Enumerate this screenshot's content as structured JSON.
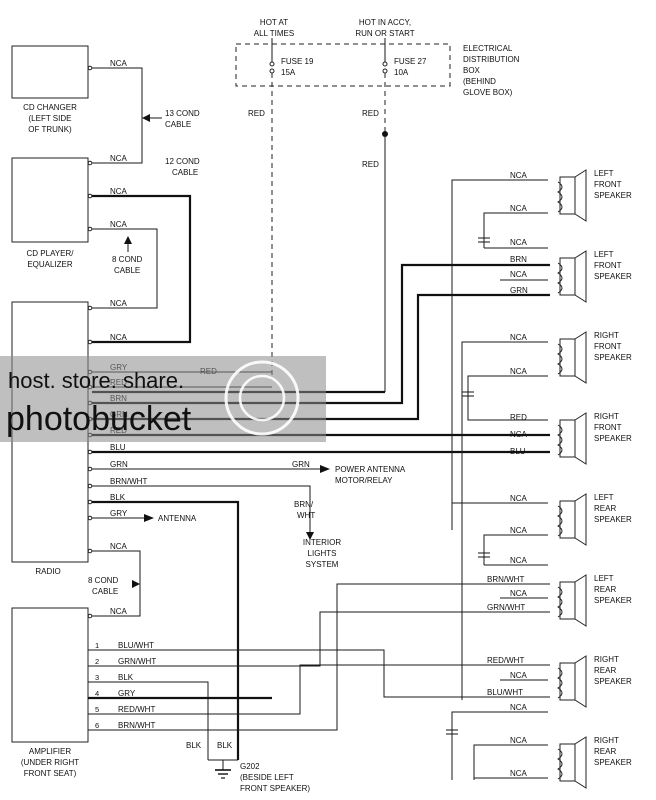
{
  "header": {
    "hot_at": "HOT AT",
    "all_times": "ALL TIMES",
    "hot_in": "HOT IN ACCY,",
    "run_or_start": "RUN OR START"
  },
  "fuses": {
    "fuse19": "FUSE 19",
    "fuse19_amp": "15A",
    "fuse27": "FUSE 27",
    "fuse27_amp": "10A",
    "box_label": [
      "ELECTRICAL",
      "DISTRIBUTION",
      "BOX",
      "(BEHIND",
      "GLOVE BOX)"
    ]
  },
  "components": {
    "cd_changer": [
      "CD CHANGER",
      "(LEFT SIDE",
      "OF TRUNK)"
    ],
    "cd_player": [
      "CD PLAYER/",
      "EQUALIZER"
    ],
    "radio": "RADIO",
    "amplifier": [
      "AMPLIFIER",
      "(UNDER RIGHT",
      "FRONT SEAT)"
    ],
    "ground": [
      "G202",
      "(BESIDE LEFT",
      "FRONT SPEAKER)"
    ]
  },
  "cables": {
    "c13": [
      "13 COND",
      "CABLE"
    ],
    "c12": [
      "12 COND",
      "CABLE"
    ],
    "c8a": [
      "8 COND",
      "CABLE"
    ],
    "c8b": [
      "8 COND",
      "CABLE"
    ]
  },
  "wires": {
    "nca": "NCA",
    "red": "RED",
    "grn": "GRN",
    "gry": "GRY",
    "brn": "BRN",
    "blu": "BLU",
    "blk": "BLK",
    "brn_wht": "BRN/WHT",
    "brn_wht_split": [
      "BRN/",
      "WHT"
    ],
    "blu_wht": "BLU/WHT",
    "grn_wht": "GRN/WHT",
    "red_wht": "RED/WHT"
  },
  "destinations": {
    "power_antenna": [
      "POWER ANTENNA",
      "MOTOR/RELAY"
    ],
    "antenna": "ANTENNA",
    "interior": [
      "INTERIOR",
      "LIGHTS",
      "SYSTEM"
    ]
  },
  "amp_pins": [
    "1",
    "2",
    "3",
    "4",
    "5",
    "6"
  ],
  "speakers": {
    "lf1": [
      "LEFT",
      "FRONT",
      "SPEAKER"
    ],
    "lf2": [
      "LEFT",
      "FRONT",
      "SPEAKER"
    ],
    "rf1": [
      "RIGHT",
      "FRONT",
      "SPEAKER"
    ],
    "rf2": [
      "RIGHT",
      "FRONT",
      "SPEAKER"
    ],
    "lr1": [
      "LEFT",
      "REAR",
      "SPEAKER"
    ],
    "lr2": [
      "LEFT",
      "REAR",
      "SPEAKER"
    ],
    "rr1": [
      "RIGHT",
      "REAR",
      "SPEAKER"
    ],
    "rr2": [
      "RIGHT",
      "REAR",
      "SPEAKER"
    ]
  },
  "watermark": {
    "line1": "host. store. share.",
    "line2": "photobucket"
  }
}
